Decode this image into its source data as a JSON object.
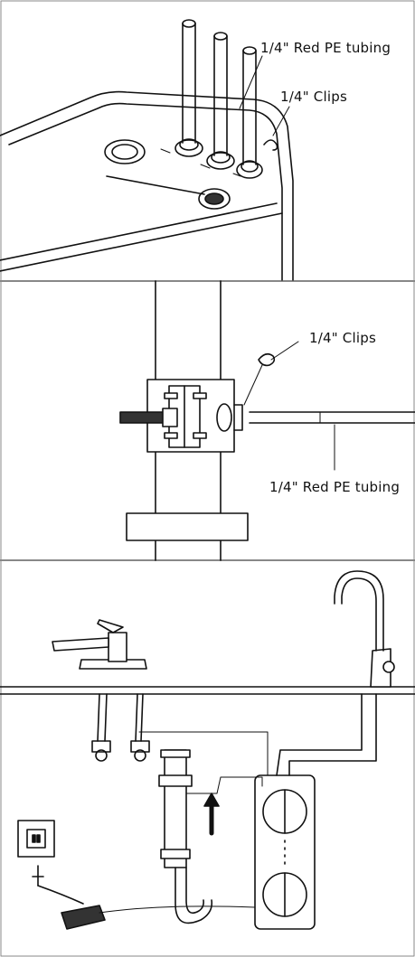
{
  "panels": [
    {
      "id": "top",
      "labels": {
        "tubing": "1/4\" Red PE tubing",
        "clips": "1/4\" Clips"
      }
    },
    {
      "id": "middle",
      "labels": {
        "clips": "1/4\" Clips",
        "tubing": "1/4\" Red PE tubing"
      }
    },
    {
      "id": "bottom",
      "labels": {}
    }
  ]
}
